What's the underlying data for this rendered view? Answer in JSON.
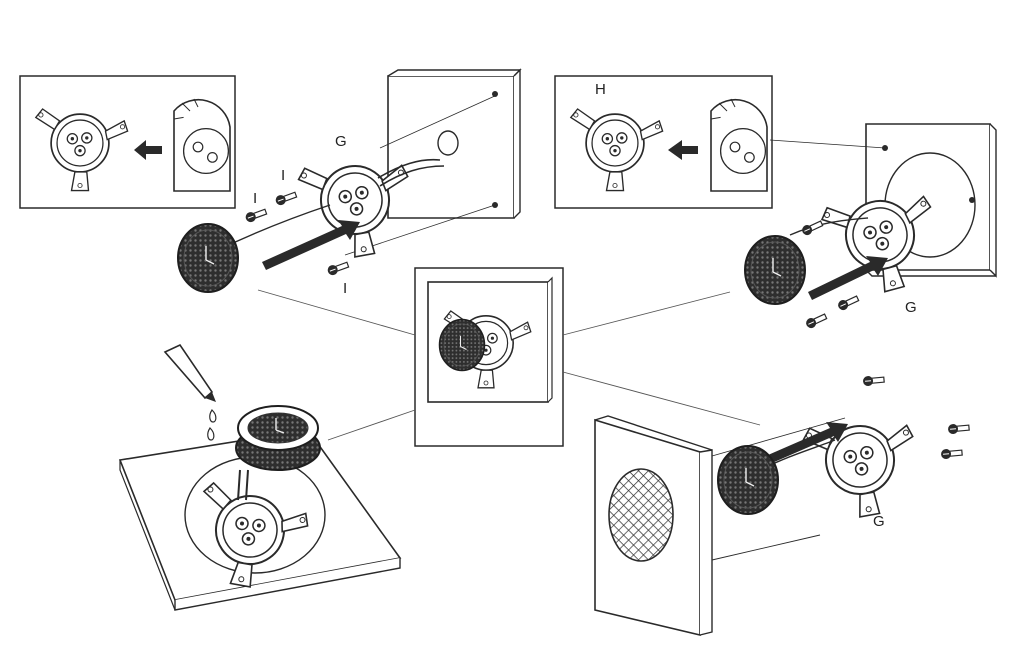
{
  "labels": {
    "panel1_I_a": "I",
    "panel1_I_b": "I",
    "panel1_I_c": "I",
    "panel1_G": "G",
    "panel2_H": "H",
    "panel2_G": "G",
    "panel5_G": "G"
  },
  "colors": {
    "ink": "#2a2a2a",
    "tweeter_dark": "#3a3a3a",
    "paper": "#ffffff"
  }
}
